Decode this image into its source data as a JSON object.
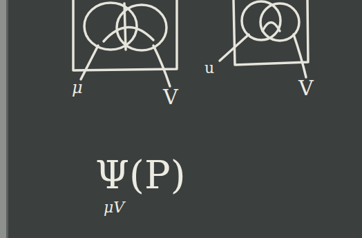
{
  "diagram": {
    "labels": [
      "μ",
      "V",
      "u",
      "V",
      "Ψ(P)",
      "μV"
    ]
  }
}
